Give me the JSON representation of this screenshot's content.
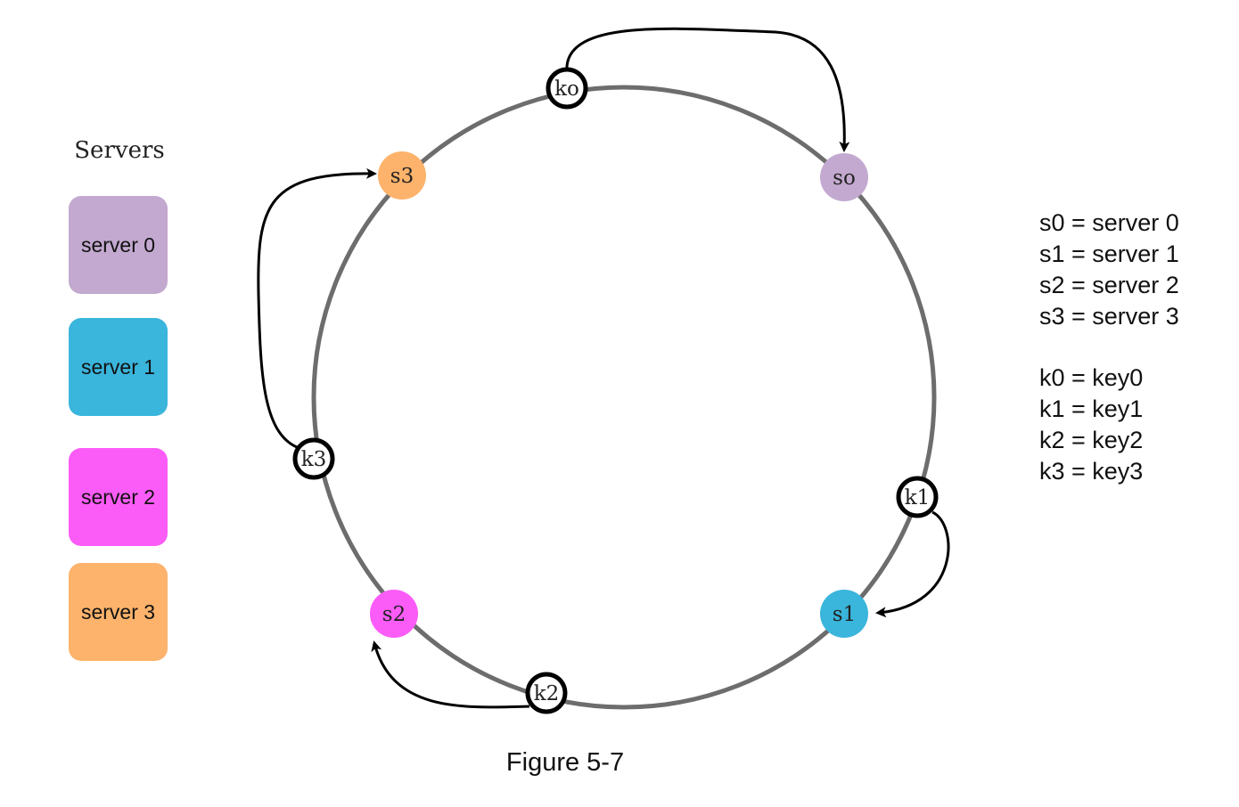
{
  "panel": {
    "title": "Servers",
    "boxes": [
      {
        "label": "server 0",
        "color": "#c3a9d0"
      },
      {
        "label": "server 1",
        "color": "#3ab5dc"
      },
      {
        "label": "server 2",
        "color": "#fb5cf7"
      },
      {
        "label": "server 3",
        "color": "#fdb36b"
      }
    ]
  },
  "ring": {
    "stroke_color": "#6d6d6d",
    "servers": [
      {
        "id": "s0",
        "label": "so",
        "color": "#c3a9d0"
      },
      {
        "id": "s1",
        "label": "s1",
        "color": "#3ab5dc"
      },
      {
        "id": "s2",
        "label": "s2",
        "color": "#fb5cf7"
      },
      {
        "id": "s3",
        "label": "s3",
        "color": "#fdb36b"
      }
    ],
    "keys": [
      {
        "id": "k0",
        "label": "ko",
        "maps_to": "s0"
      },
      {
        "id": "k1",
        "label": "k1",
        "maps_to": "s1"
      },
      {
        "id": "k2",
        "label": "k2",
        "maps_to": "s2"
      },
      {
        "id": "k3",
        "label": "k3",
        "maps_to": "s3"
      }
    ]
  },
  "legend": {
    "servers": [
      "s0 = server 0",
      "s1 = server 1",
      "s2 = server 2",
      "s3 = server 3"
    ],
    "keys": [
      "k0 = key0",
      "k1 = key1",
      "k2 = key2",
      "k3 = key3"
    ]
  },
  "caption": "Figure 5-7"
}
